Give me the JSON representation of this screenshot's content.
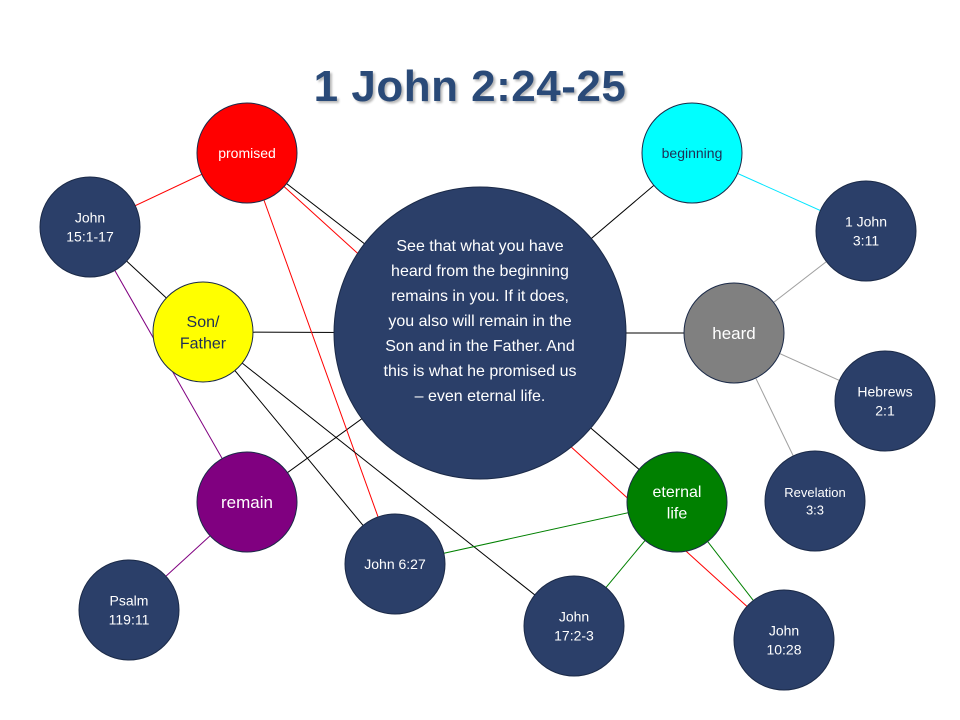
{
  "title": "1 John 2:24-25",
  "center": {
    "text": "See that what you have heard from the beginning remains in you. If it does, you also will remain in the Son and in the Father. And this is what he promised us – even eternal life.",
    "color": "#2b3f69"
  },
  "nodes": {
    "promised": {
      "label": "promised",
      "color": "#ff0000"
    },
    "beginning": {
      "label": "beginning",
      "color": "#00ffff"
    },
    "son_father": {
      "label": "Son/ Father",
      "color": "#ffff00"
    },
    "heard": {
      "label": "heard",
      "color": "#808080"
    },
    "remain": {
      "label": "remain",
      "color": "#800080"
    },
    "eternal_life": {
      "label": "eternal life",
      "color": "#008000"
    },
    "john_15": {
      "label": "John 15:1-17",
      "color": "#2b3f69"
    },
    "john1_3_11": {
      "label": "1 John 3:11",
      "color": "#2b3f69"
    },
    "hebrews": {
      "label": "Hebrews 2:1",
      "color": "#2b3f69"
    },
    "revelation": {
      "label": "Revelation 3:3",
      "color": "#2b3f69"
    },
    "john_6_27": {
      "label": "John 6:27",
      "color": "#2b3f69"
    },
    "psalm": {
      "label": "Psalm 119:11",
      "color": "#2b3f69"
    },
    "john_17": {
      "label": "John 17:2-3",
      "color": "#2b3f69"
    },
    "john_10": {
      "label": "John 10:28",
      "color": "#2b3f69"
    }
  },
  "edges": [
    {
      "from": "center",
      "to": "promised",
      "color": "#000000"
    },
    {
      "from": "center",
      "to": "beginning",
      "color": "#000000"
    },
    {
      "from": "center",
      "to": "son_father",
      "color": "#000000"
    },
    {
      "from": "center",
      "to": "heard",
      "color": "#000000"
    },
    {
      "from": "center",
      "to": "remain",
      "color": "#000000"
    },
    {
      "from": "center",
      "to": "eternal_life",
      "color": "#000000"
    },
    {
      "from": "promised",
      "to": "john_15",
      "color": "#ff0000"
    },
    {
      "from": "promised",
      "to": "john_6_27",
      "color": "#ff0000"
    },
    {
      "from": "promised",
      "to": "john_10",
      "color": "#ff0000"
    },
    {
      "from": "beginning",
      "to": "john1_3_11",
      "color": "#00e5ff"
    },
    {
      "from": "son_father",
      "to": "john_15",
      "color": "#000000"
    },
    {
      "from": "son_father",
      "to": "john_6_27",
      "color": "#000000"
    },
    {
      "from": "son_father",
      "to": "john_17",
      "color": "#000000"
    },
    {
      "from": "heard",
      "to": "john1_3_11",
      "color": "#a0a0a0"
    },
    {
      "from": "heard",
      "to": "hebrews",
      "color": "#a0a0a0"
    },
    {
      "from": "heard",
      "to": "revelation",
      "color": "#a0a0a0"
    },
    {
      "from": "remain",
      "to": "john_15",
      "color": "#800080"
    },
    {
      "from": "remain",
      "to": "psalm",
      "color": "#800080"
    },
    {
      "from": "eternal_life",
      "to": "john_6_27",
      "color": "#008000"
    },
    {
      "from": "eternal_life",
      "to": "john_17",
      "color": "#008000"
    },
    {
      "from": "eternal_life",
      "to": "john_10",
      "color": "#008000"
    }
  ]
}
